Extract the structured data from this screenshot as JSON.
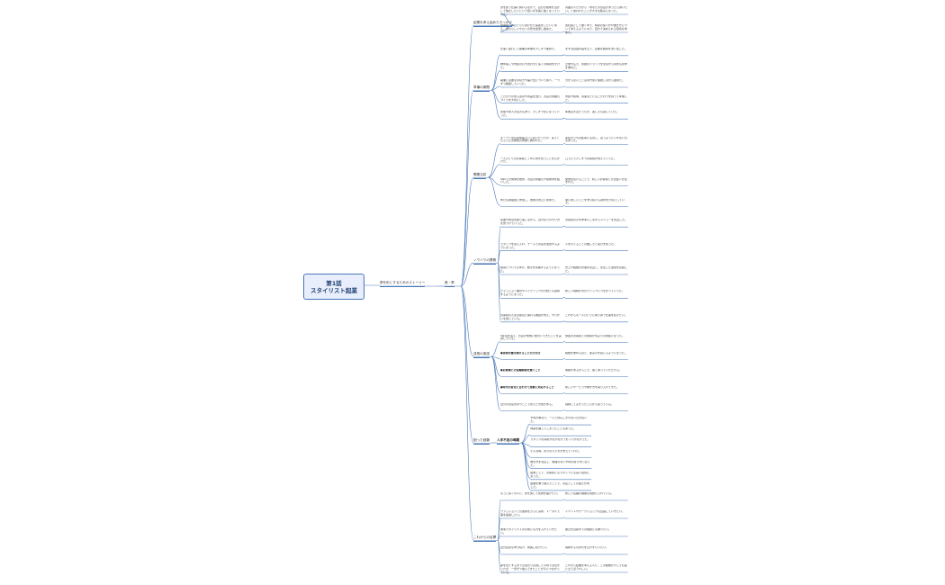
{
  "root": {
    "line1": "第1話",
    "line2": "スタイリスト起業"
  },
  "hub": "夢を形にするためのストーリー",
  "sub_hub": "美・夢",
  "branches": [
    {
      "label": "起業を考え始めたきっかけ",
      "items": [
        {
          "text": "髪を扱う仕事に携わるなかで、自分の技術を活かして独立したいという思いが次第に強くなっていった。",
          "leaf": "周囲の人たちから「あなたのお店があったら通いたい」と言われたことが大きな励みになった。"
        },
        {
          "text": "お客様一人ひとりに合わせた提案をしたいと考え、自分らしいサロンの形を模索し始めた。",
          "leaf": "会社員として働く中で、時間の使い方や働き方について考えるようになり、自分で決められる環境を求めた。"
        }
      ]
    },
    {
      "label": "準備の期間",
      "items": [
        {
          "text": "仕事と並行して開業の準備を少しずつ進めた。",
          "leaf": "まずは資金計画を立て、必要な費用を洗い出した。"
        },
        {
          "text": "物件探しや内装の打ち合わせに多くの時間をかけた。",
          "leaf": "立地や広さ、家賃のバランスを見ながら何件も見学を重ねた。"
        },
        {
          "text": "開業に必要な手続きや届け出について調べ、一つずつ確認していった。",
          "leaf": "分からないことは専門家に相談しながら進めた。"
        },
        {
          "text": "こだわりのある道具や商品を選び、お店の雰囲気づくりを大切にした。",
          "leaf": "内装や照明、音楽などにもこだわりを持って準備した。"
        },
        {
          "text": "家族や友人の協力もあり、少しずつ形になっていった。",
          "leaf": "準備は大変だったが、楽しさも感じていた。"
        }
      ]
    },
    {
      "label": "開業当初",
      "items": [
        {
          "text": "オープン当日は緊張でいっぱいだったが、来てくださったお客様の笑顔に救われた。",
          "leaf": "最初のうちは集客に苦労し、思うようにいかない日もあった。"
        },
        {
          "text": "一人ひとりのお客様と丁寧に向き合うことを心がけた。",
          "leaf": "口コミで少しずつお客様が増えていった。"
        },
        {
          "text": "SNSでの発信を始め、お店の雰囲気や施術例を紹介した。",
          "leaf": "発信を続けることで、新しいお客様との出会いが生まれた。"
        },
        {
          "text": "休日も勉強会に参加し、技術の向上に努めた。",
          "leaf": "常に新しいことを学び続ける姿勢を大切にしている。"
        }
      ]
    },
    {
      "label": "ノウハウの蓄積",
      "items": [
        {
          "text": "失敗や成功を繰り返しながら、自分なりのやり方を見つけていった。",
          "leaf": "お客様の声を参考にしながらメニューを見直した。"
        },
        {
          "text": "スタッフを迎え入れ、チームでお店を運営するようになった。",
          "leaf": "人を育てることの難しさと喜びを知った。"
        },
        {
          "text": "経営についても学び、数字を意識するようになった。",
          "leaf": "売上や経費の管理を見直し、安定した運営を目指した。"
        },
        {
          "text": "ファッション業界やメイクアップの分野とも連携するようになった。",
          "leaf": "新しい挑戦が次のステップにつながっていった。"
        },
        {
          "text": "お客様の人生の節目に関わる機会が増え、やりがいを感じている。",
          "leaf": "これからも一人ひとりに寄り添う仕事を続けたい。"
        }
      ]
    },
    {
      "label": "成長の実感",
      "items": [
        {
          "text": "5年目を迎え、お店が地域に根付いてきたことを実感している。",
          "leaf": "常連のお客様との関係が何よりの財産になった。"
        },
        {
          "text": "●技術を磨き続けることの大切さ",
          "leaf": "経験を重ねるほど、奥深さを感じるようになった。"
        },
        {
          "text": "●お客様との信頼関係を築くこと",
          "leaf": "信頼があるからこそ、長く通っていただける。"
        },
        {
          "text": "●時代の変化に合わせて柔軟に対応すること",
          "leaf": "新しいサービスや働き方を取り入れてきた。"
        },
        {
          "text": "自分のお店を持つことで見えた景色がある。",
          "leaf": "挑戦してよかったと心から思っている。"
        }
      ]
    },
    {
      "label": "困った経験",
      "mid": "人手不足の時期",
      "items": [
        {
          "text": "予約が重なり、一人で対応しきれない日が続いた。"
        },
        {
          "text": "体調を崩してしまったこともあった。"
        },
        {
          "text": "スタッフの採用がなかなかうまくいかなかった。"
        },
        {
          "text": "そんな時、周りの人たちが支えてくれた。"
        },
        {
          "text": "働き方を見直し、無理のない予約の取り方に変えた。"
        },
        {
          "text": "結果として、お客様にもスタッフにも良い環境になった。"
        },
        {
          "text": "困難を乗り越えたことで、お店としての強さが増した。"
        }
      ]
    },
    {
      "label": "これからの目標",
      "items": [
        {
          "text": "もっと多くの人に、髪を通して笑顔を届けたい。",
          "leaf": "新しい店舗の展開も視野に入れている。"
        },
        {
          "text": "ファッションとの連携をさらに深め、トータルで美を提案したい。",
          "leaf": "イベントやワークショップも企画していきたい。"
        },
        {
          "text": "後輩スタイリストの育成にも力を入れていきたい。",
          "leaf": "独立を目指す人の相談にも乗りたい。"
        },
        {
          "text": "自分自身も学び続け、成長し続けたい。",
          "leaf": "挑戦する気持ちを忘れずにいたい。"
        },
        {
          "text": "夢を形にするまでの道のりは決して平坦ではなかったが、一歩ずつ進んできたことが今につながっている。",
          "leaf": "これから起業を考える人に、この経験が少しでも役に立てばうれしい。"
        }
      ]
    }
  ]
}
